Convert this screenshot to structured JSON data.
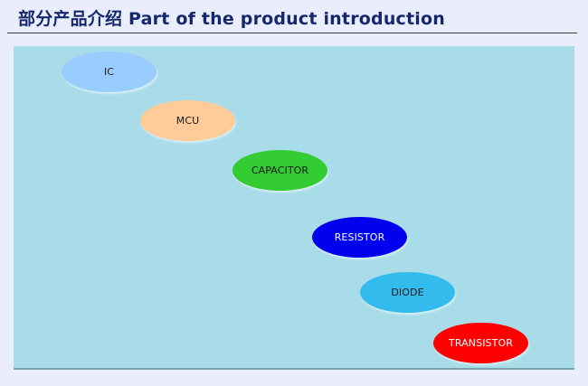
{
  "header": {
    "title": "部分产品介绍  Part of the product introduction"
  },
  "products": [
    {
      "label": "IC",
      "color": "#99ccff",
      "text_color": "#1a1a1a"
    },
    {
      "label": "MCU",
      "color": "#ffcc99",
      "text_color": "#1a1a1a"
    },
    {
      "label": "CAPACITOR",
      "color": "#33cc33",
      "text_color": "#1a1a1a"
    },
    {
      "label": "RESISTOR",
      "color": "#0000ee",
      "text_color": "#ffffff"
    },
    {
      "label": "DIODE",
      "color": "#33bbee",
      "text_color": "#1a1a1a"
    },
    {
      "label": "TRANSISTOR",
      "color": "#ff0000",
      "text_color": "#ffffff"
    }
  ]
}
